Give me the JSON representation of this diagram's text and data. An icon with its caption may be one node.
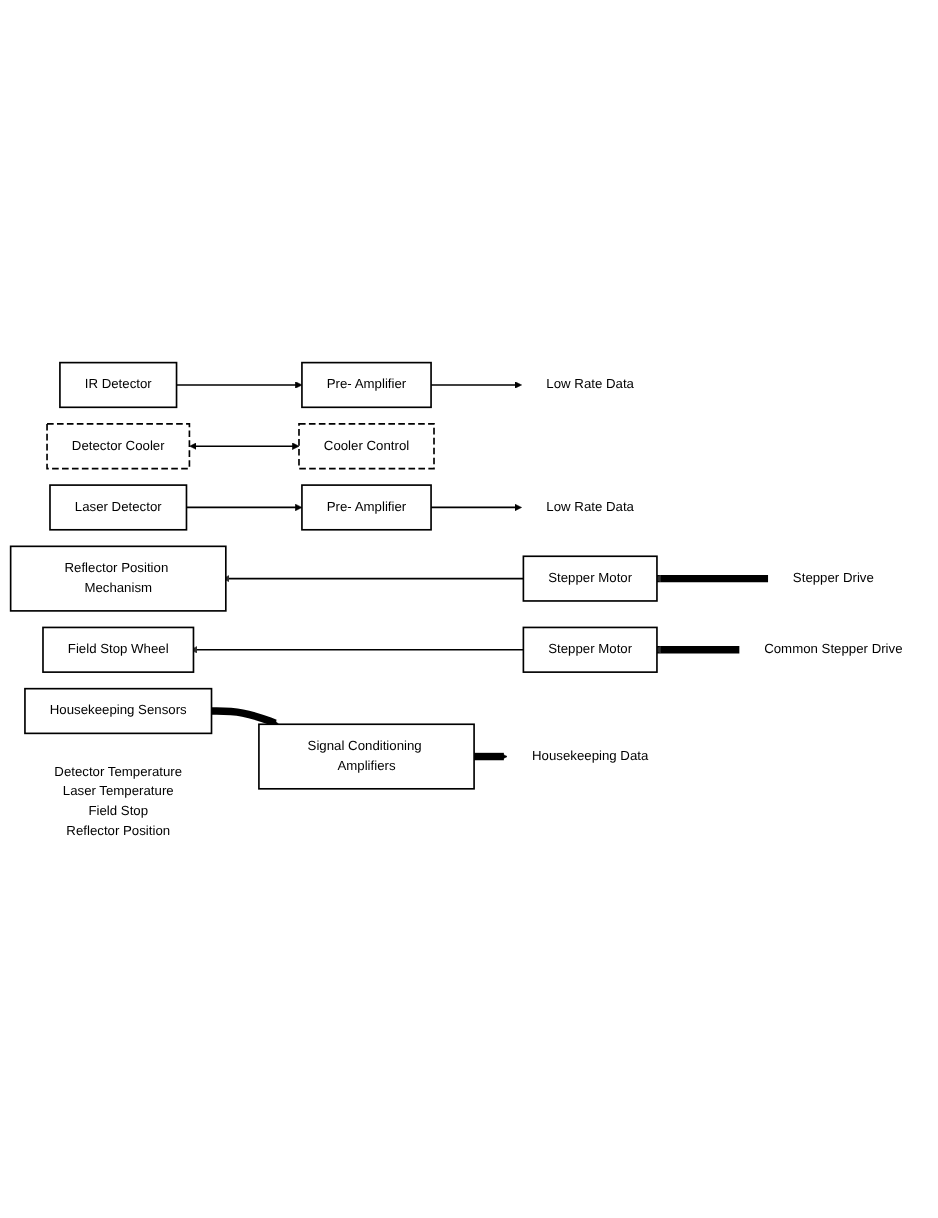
{
  "diagram": {
    "nodes": [
      {
        "text": [
          "IR Detector"
        ]
      },
      {
        "text": [
          "Pre- Amplifier"
        ]
      },
      {
        "text": [
          "Low Rate Data"
        ]
      },
      {
        "text": [
          "Detector Cooler"
        ]
      },
      {
        "text": [
          "Cooler Control"
        ]
      },
      {
        "text": [
          "Laser Detector"
        ]
      },
      {
        "text": [
          "Pre- Amplifier"
        ]
      },
      {
        "text": [
          "Low Rate Data"
        ]
      },
      {
        "text": [
          "Reflector Position Mechanism"
        ]
      },
      {
        "text": [
          "Stepper Motor"
        ]
      },
      {
        "text": [
          "Stepper Drive"
        ]
      },
      {
        "text": [
          "Field Stop Wheel"
        ]
      },
      {
        "text": [
          "Stepper Motor"
        ]
      },
      {
        "text": [
          "Common Stepper Drive"
        ]
      },
      {
        "text": [
          "Housekeeping Sensors"
        ],
        "beside": [
          "Detector Temperature",
          "Laser Temperature",
          "Field Stop",
          "Reflector Position"
        ]
      },
      {
        "text": [
          "Signal Conditioning Amplifiers"
        ]
      },
      {
        "text": [
          "Housekeeping Data"
        ]
      }
    ],
    "edges": [
      {
        "from": 0,
        "to": 1,
        "arrow": "to"
      },
      {
        "from": 1,
        "to": 2,
        "arrow": "to"
      },
      {
        "from": 3,
        "to": 4,
        "arrow": "both"
      },
      {
        "from": 5,
        "to": 6,
        "arrow": "to"
      },
      {
        "from": 6,
        "to": 7,
        "arrow": "to"
      },
      {
        "from": 9,
        "to": 8,
        "arrow": "to"
      },
      {
        "from": 10,
        "to": 9,
        "arrow": "to",
        "style": "thick"
      },
      {
        "from": 12,
        "to": 11,
        "arrow": "to"
      },
      {
        "from": 13,
        "to": 12,
        "arrow": "to",
        "style": "thick"
      },
      {
        "from": 14,
        "to": 15,
        "arrow": "to",
        "style": "thick"
      },
      {
        "from": 15,
        "to": 16,
        "arrow": "to",
        "style": "thick"
      }
    ]
  }
}
